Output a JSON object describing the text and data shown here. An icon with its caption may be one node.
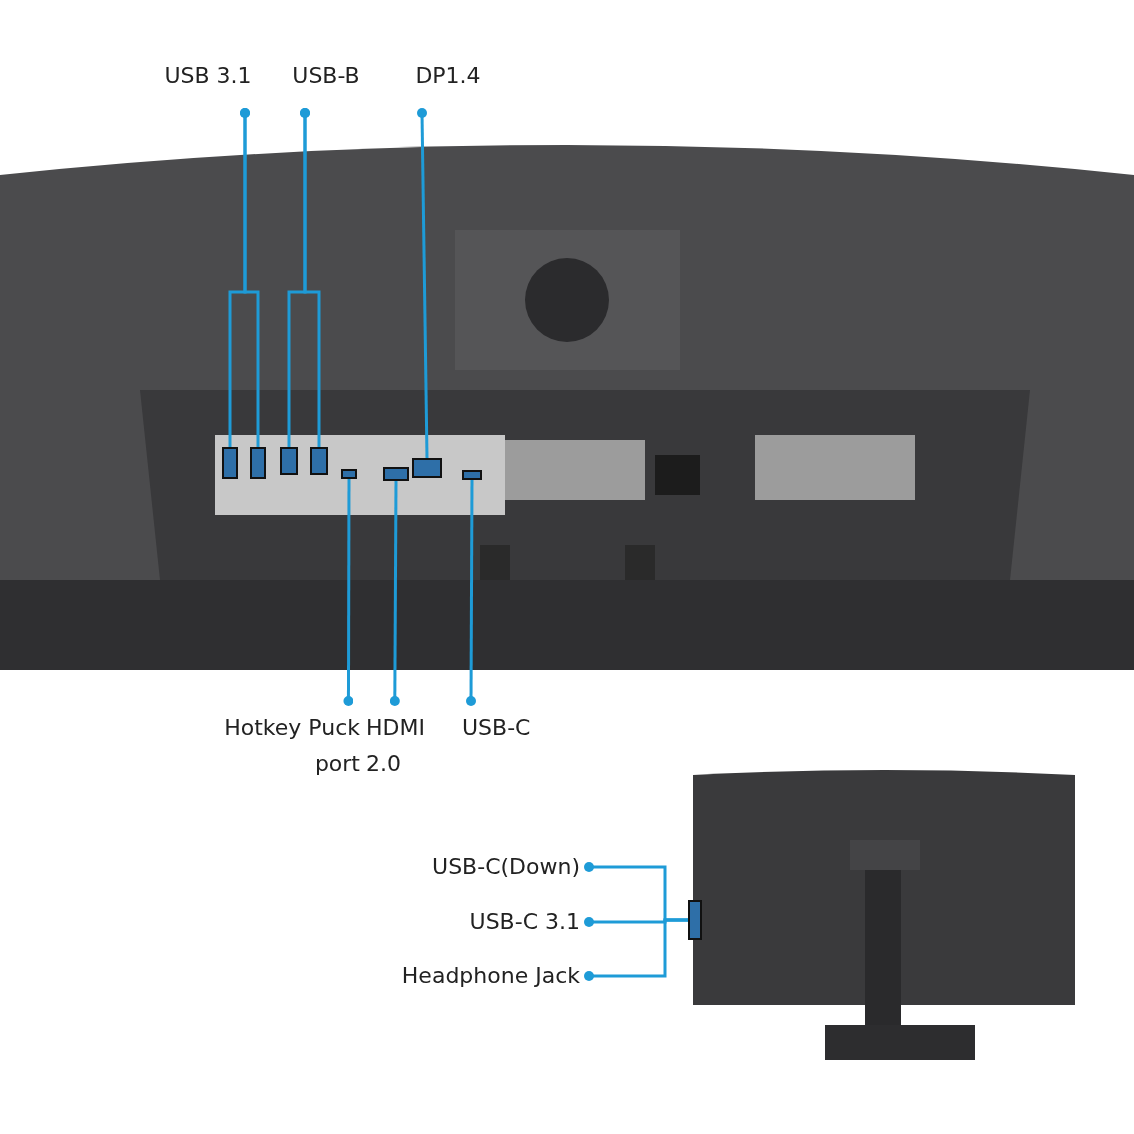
{
  "diagram": {
    "nodes": [
      {
        "text": [],
        "shape": "picture"
      },
      {
        "text": [
          "USB 3.1"
        ]
      },
      {
        "text": [
          "USB-B"
        ]
      },
      {
        "text": [
          "DP1.4"
        ]
      },
      {
        "text": [],
        "shape": "box",
        "in": 0
      },
      {
        "text": [],
        "shape": "box",
        "in": 0
      },
      {
        "text": [],
        "shape": "box",
        "in": 0
      },
      {
        "text": [],
        "shape": "box",
        "in": 0
      },
      {
        "text": [],
        "shape": "box",
        "in": 0
      },
      {
        "text": [],
        "shape": "box",
        "in": 0
      },
      {
        "text": [],
        "shape": "box",
        "in": 0
      },
      {
        "text": [],
        "shape": "box",
        "in": 0
      },
      {
        "text": [
          "Hotkey Puck port"
        ]
      },
      {
        "text": [
          "HDMI 2.0"
        ]
      },
      {
        "text": [
          "USB-C"
        ]
      },
      {
        "text": [],
        "shape": "picture"
      },
      {
        "text": [],
        "shape": "box",
        "in": 15
      },
      {
        "text": [
          "USB-C(Down)"
        ]
      },
      {
        "text": [
          "USB-C 3.1"
        ]
      },
      {
        "text": [
          "Headphone Jack"
        ]
      }
    ],
    "edges": [
      {
        "from": 1,
        "to": 4,
        "arrow": "other"
      },
      {
        "from": 1,
        "to": 5,
        "arrow": "other"
      },
      {
        "from": 2,
        "to": 6,
        "arrow": "other"
      },
      {
        "from": 2,
        "to": 7,
        "arrow": "other"
      },
      {
        "from": 3,
        "to": 8,
        "arrow": "other"
      },
      {
        "from": 12,
        "to": 9,
        "arrow": "other"
      },
      {
        "from": 13,
        "to": 10,
        "arrow": "other"
      },
      {
        "from": 14,
        "to": 11,
        "arrow": "other"
      },
      {
        "from": 17,
        "to": 16,
        "arrow": "other"
      },
      {
        "from": 18,
        "to": 16,
        "arrow": "other"
      },
      {
        "from": 19,
        "to": 16,
        "arrow": "other"
      }
    ]
  }
}
